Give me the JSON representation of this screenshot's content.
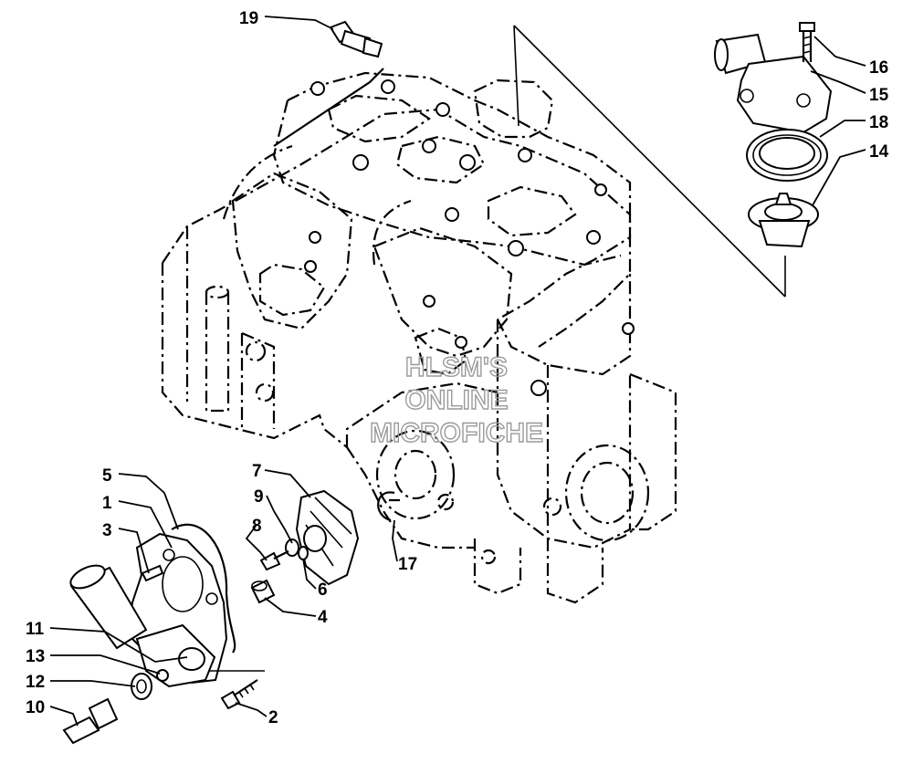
{
  "watermark": {
    "line1": "HLSM'S",
    "line2": "ONLINE",
    "line3": "MICROFICHE",
    "color": "#9a9a9a"
  },
  "labels": {
    "p1": "1",
    "p2": "2",
    "p3": "3",
    "p4": "4",
    "p5": "5",
    "p6": "6",
    "p7": "7",
    "p8": "8",
    "p9": "9",
    "p10": "10",
    "p11": "11",
    "p12": "12",
    "p13": "13",
    "p14": "14",
    "p15": "15",
    "p16": "16",
    "p17": "17",
    "p18": "18",
    "p19": "19"
  }
}
